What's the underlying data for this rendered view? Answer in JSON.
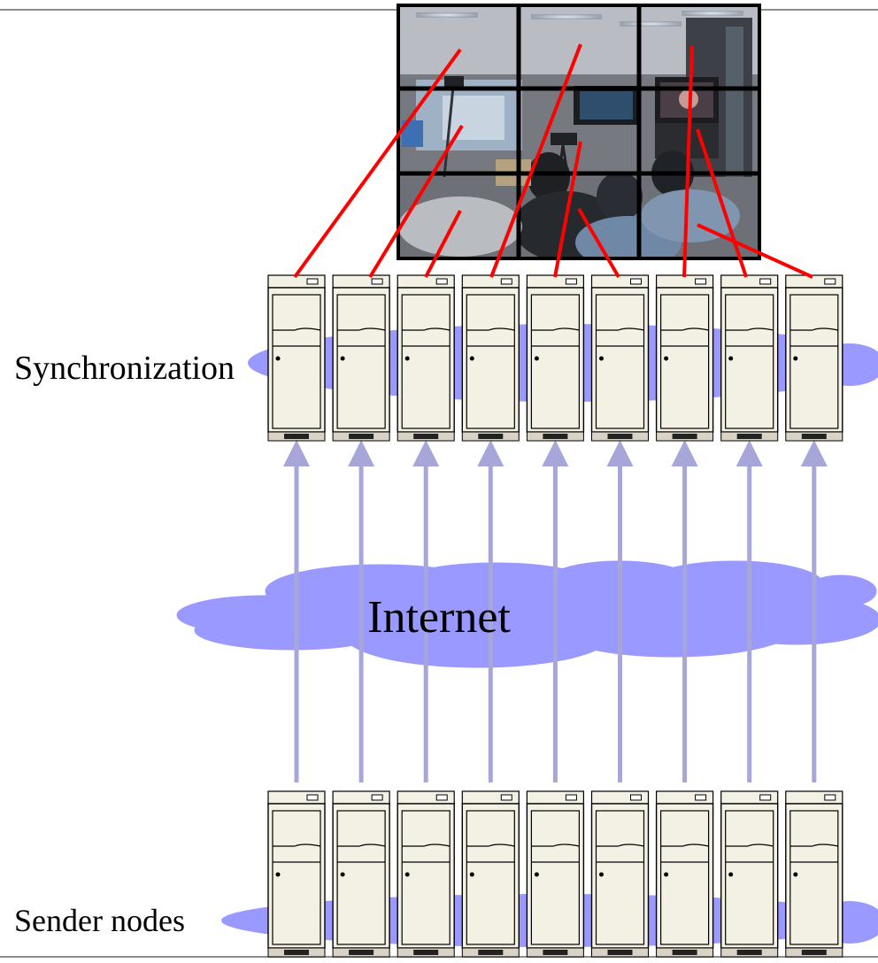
{
  "labels": {
    "synchronization": "Synchronization",
    "sender": "Sender nodes",
    "internet": "Internet"
  },
  "colors": {
    "cloud": "#9999ff",
    "arrow": "#a6a6d9",
    "server_body": "#f3f0e4",
    "server_outline": "#000000",
    "link": "#ff0000",
    "tile_border": "#000000"
  },
  "diagram": {
    "video_wall": {
      "rows": 3,
      "cols": 3,
      "content": "photo of a seminar room with camera, projector screen, TV monitors and audience"
    },
    "receiver_nodes": 9,
    "sender_nodes": 9,
    "connection": "each sender node sends a stream through the Internet to one receiver node"
  }
}
